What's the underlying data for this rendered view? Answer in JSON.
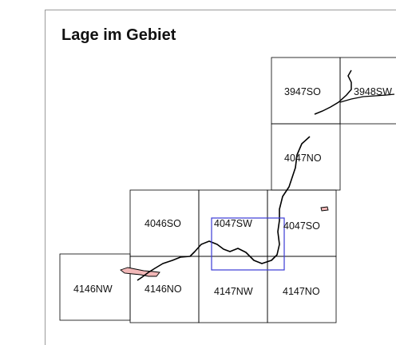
{
  "title": "Lage im Gebiet",
  "colors": {
    "grid": "#000000",
    "river": "#000000",
    "lake_fill": "#f2b8b8",
    "highlight": "#3b3bd6",
    "frame": "#9a9a9a"
  },
  "tiles": [
    {
      "id": "3947SO",
      "label": "3947SO"
    },
    {
      "id": "3948SW",
      "label": "3948SW"
    },
    {
      "id": "4047NO",
      "label": "4047NO"
    },
    {
      "id": "4046SO",
      "label": "4046SO"
    },
    {
      "id": "4047SW",
      "label": "4047SW"
    },
    {
      "id": "4047SO",
      "label": "4047SO"
    },
    {
      "id": "4146NW",
      "label": "4146NW"
    },
    {
      "id": "4146NO",
      "label": "4146NO"
    },
    {
      "id": "4147NW",
      "label": "4147NW"
    },
    {
      "id": "4147NO",
      "label": "4147NO"
    }
  ],
  "highlighted_tile": "4047SW"
}
